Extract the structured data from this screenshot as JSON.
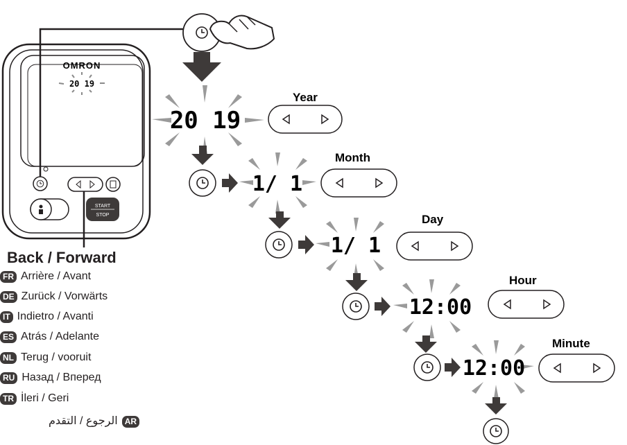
{
  "device": {
    "brand": "OMRON",
    "display_value": "20 19",
    "start_stop_top": "START",
    "start_stop_bottom": "STOP"
  },
  "sequence": [
    {
      "label": "Year",
      "display": "20 19"
    },
    {
      "label": "Month",
      "display": "1/ 1"
    },
    {
      "label": "Day",
      "display": "1/ 1"
    },
    {
      "label": "Hour",
      "display": "12:00"
    },
    {
      "label": "Minute",
      "display": "12:00"
    }
  ],
  "callout": {
    "title": "Back / Forward",
    "translations": [
      {
        "code": "FR",
        "text": "Arrière / Avant"
      },
      {
        "code": "DE",
        "text": "Zurück / Vorwärts"
      },
      {
        "code": "IT",
        "text": "Indietro / Avanti"
      },
      {
        "code": "ES",
        "text": "Atrás / Adelante"
      },
      {
        "code": "NL",
        "text": "Terug / vooruit"
      },
      {
        "code": "RU",
        "text": "Назад / Вперед"
      },
      {
        "code": "TR",
        "text": "İleri / Geri"
      },
      {
        "code": "AR",
        "text": "الرجوع / التقدم"
      }
    ]
  },
  "icons": [
    "clock-icon",
    "hand-icon",
    "arrow-left-icon",
    "arrow-right-icon",
    "down-arrow-icon",
    "right-arrow-icon"
  ]
}
